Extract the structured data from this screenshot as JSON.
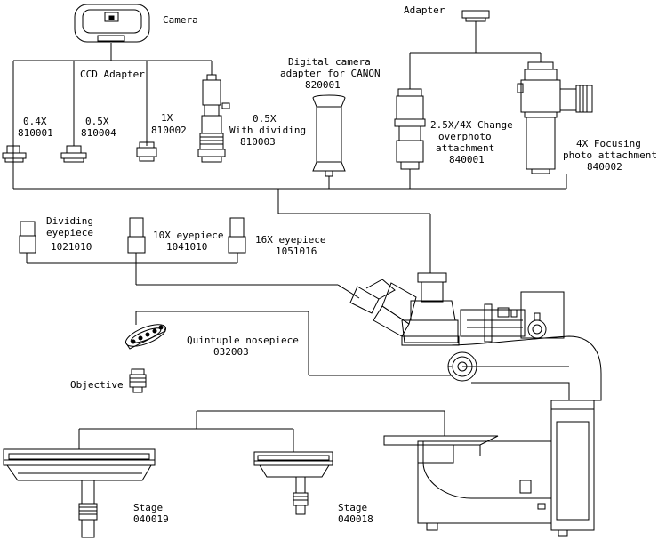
{
  "components": {
    "camera": {
      "name": "Camera"
    },
    "ccd_adapter": {
      "name": "CCD Adapter"
    },
    "adapter_04x": {
      "magnification": "0.4X",
      "code": "810001"
    },
    "adapter_05x": {
      "magnification": "0.5X",
      "code": "810004"
    },
    "adapter_1x": {
      "magnification": "1X",
      "code": "810002"
    },
    "adapter_05x_dividing": {
      "magnification": "0.5X",
      "note": "With dividing",
      "code": "810003"
    },
    "canon_adapter": {
      "line1": "Digital camera",
      "line2": "adapter for CANON",
      "code": "820001"
    },
    "top_adapter": {
      "name": "Adapter"
    },
    "change_attachment": {
      "line1": "2.5X/4X Change",
      "line2": "overphoto",
      "line3": "attachment",
      "code": "840001"
    },
    "focusing_attachment": {
      "line1": "4X Focusing",
      "line2": "photo attachment",
      "code": "840002"
    },
    "dividing_eyepiece": {
      "line1": "Dividing",
      "line2": "eyepiece",
      "code": "1021010"
    },
    "eyepiece_10x": {
      "name": "10X eyepiece",
      "code": "1041010"
    },
    "eyepiece_16x": {
      "name": "16X eyepiece",
      "code": "1051016"
    },
    "nosepiece": {
      "name": "Quintuple nosepiece",
      "code": "032003"
    },
    "objective": {
      "name": "Objective"
    },
    "stage_large": {
      "name": "Stage",
      "code": "040019"
    },
    "stage_small": {
      "name": "Stage",
      "code": "040018"
    }
  }
}
